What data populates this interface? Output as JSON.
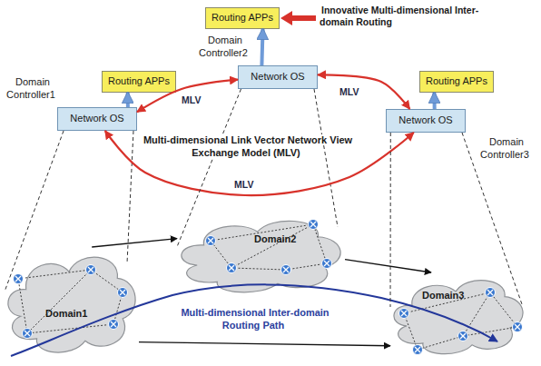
{
  "diagram": {
    "nodes": [
      {
        "text": [
          "Routing APPs"
        ]
      },
      {
        "text": [
          "Routing APPs"
        ]
      },
      {
        "text": [
          "Routing APPs"
        ]
      },
      {
        "text": [
          "Network OS"
        ]
      },
      {
        "text": [
          "Network OS"
        ]
      },
      {
        "text": [
          "Network OS"
        ]
      },
      {
        "text": [
          "Domain2"
        ]
      },
      {
        "text": [
          "Domain1"
        ]
      },
      {
        "text": [
          "Domain3"
        ]
      }
    ],
    "edges": [
      {
        "from": 3,
        "to": 0,
        "arrow": "to"
      },
      {
        "from": 4,
        "to": 1,
        "arrow": "to"
      },
      {
        "from": 5,
        "to": 2,
        "arrow": "to"
      },
      {
        "from": 4,
        "to": 3,
        "label": "MLV",
        "arrow": "both"
      },
      {
        "from": 3,
        "to": 5,
        "label": "MLV",
        "arrow": "both"
      },
      {
        "from": 4,
        "to": 5,
        "label": "MLV",
        "arrow": "both"
      },
      {
        "from": 4,
        "to": 7,
        "arrow": "none"
      },
      {
        "from": 3,
        "to": 6,
        "arrow": "none"
      },
      {
        "from": 5,
        "to": 8,
        "arrow": "none"
      },
      {
        "from": 7,
        "to": 6,
        "arrow": "to"
      },
      {
        "from": 6,
        "to": 8,
        "arrow": "to"
      },
      {
        "from": 7,
        "to": 8,
        "arrow": "to"
      }
    ],
    "labels": [
      "Innovative Multi-dimensional Inter-domain Routing",
      "Domain Controller2",
      "Domain Controller1",
      "Domain Controller3",
      "Multi-dimensional Link Vector Network View Exchange Model (MLV)",
      "Multi-dimensional Inter-domain Routing Path"
    ]
  }
}
